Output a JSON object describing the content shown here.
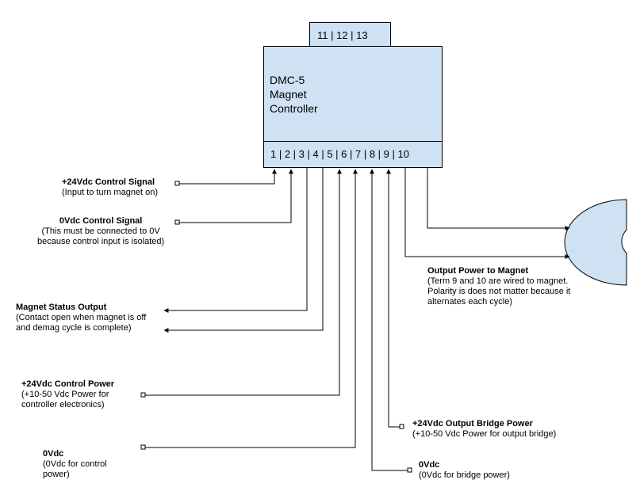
{
  "colors": {
    "block_fill": "#cfe2f3",
    "stroke": "#000000"
  },
  "top_terminals": "11 | 12 | 13",
  "controller": {
    "line1": "DMC-5",
    "line2": "Magnet",
    "line3": "Controller"
  },
  "terminal_strip": "1 | 2 | 3 | 4 | 5 | 6 | 7 | 8 | 9 | 10",
  "labels": {
    "ctrl_signal_24": {
      "title": "+24Vdc Control Signal",
      "desc": [
        "(Input to turn magnet on)"
      ]
    },
    "ctrl_signal_0": {
      "title": "0Vdc Control Signal",
      "desc": [
        "(This must be connected to 0V",
        "because control input is isolated)"
      ]
    },
    "status_output": {
      "title": "Magnet Status Output",
      "desc": [
        "(Contact open when magnet is off",
        "and demag cycle is complete)"
      ]
    },
    "ctrl_power_24": {
      "title": "+24Vdc Control Power",
      "desc": [
        "(+10-50 Vdc Power for",
        "controller electronics)"
      ]
    },
    "zero_vdc_ctrl": {
      "title": "0Vdc",
      "desc": [
        "(0Vdc for control",
        "power)"
      ]
    },
    "output_power": {
      "title": "Output Power to Magnet",
      "desc": [
        "(Term 9 and 10 are wired to magnet.",
        "Polarity is does not matter because it",
        "alternates each cycle)"
      ]
    },
    "bridge_power_24": {
      "title": "+24Vdc Output Bridge Power",
      "desc": [
        "(+10-50 Vdc Power for output bridge)"
      ]
    },
    "zero_vdc_bridge": {
      "title": "0Vdc",
      "desc": [
        "(0Vdc for bridge power)"
      ]
    }
  }
}
